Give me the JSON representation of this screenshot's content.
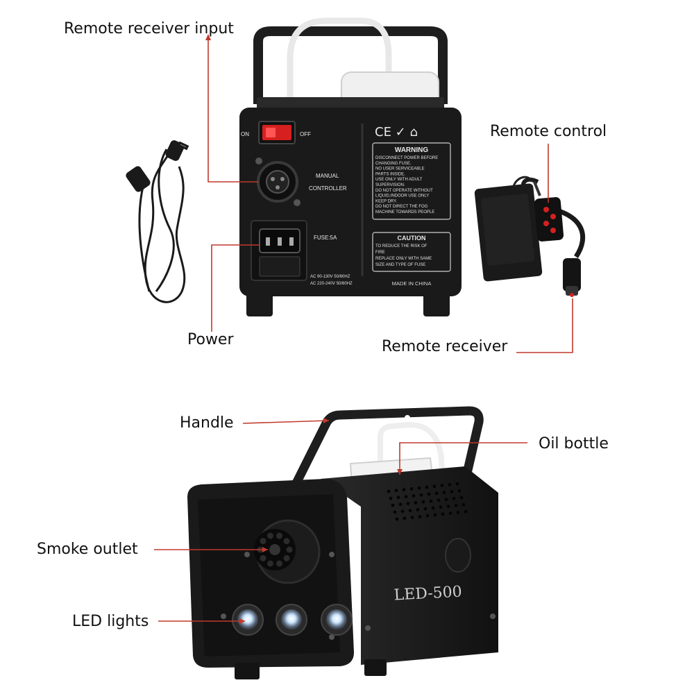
{
  "callouts": {
    "remote_receiver_input": "Remote receiver input",
    "remote_control": "Remote control",
    "power": "Power",
    "remote_receiver": "Remote receiver",
    "handle": "Handle",
    "oil_bottle": "Oil bottle",
    "smoke_outlet": "Smoke outlet",
    "led_lights": "LED lights"
  },
  "panel": {
    "on": "ON",
    "off": "OFF",
    "manual": "MANUAL",
    "controller": "CONTROLLER",
    "fuse": "FUSE:5A",
    "ac1": "AC 90-130V 50/60HZ",
    "ac2": "AC 220-240V 50/60HZ",
    "made_in": "MADE IN CHINA",
    "cert": "CE ✓ ⌂",
    "warning_title": "WARNING",
    "warning_lines": [
      "DISCONNECT POWER BEFORE",
      "CHANGING FUSE.",
      "NO USER SERVICEABLE",
      "PARTS INSIDE.",
      "USE ONLY WITH ADULT",
      "SUPERVISION.",
      "DO NOT OPERATE WITHOUT",
      "LIQUID,INDOOR USE ONLY",
      "KEEP DRY.",
      "DO NOT DIRECT THE FOG",
      "MACHINE TOWARDS PEOPLE"
    ],
    "caution_title": "CAUTION",
    "caution_lines": [
      "TO REDUCE THE RISK OF",
      "FIRE",
      "REPLACE ONLY WITH SAME",
      "SIZE AND TYPE OF FUSE"
    ]
  },
  "model": "LED-500",
  "colors": {
    "callout_line": "#c0392b",
    "body": "#1a1a1a",
    "switch": "#d62020"
  }
}
